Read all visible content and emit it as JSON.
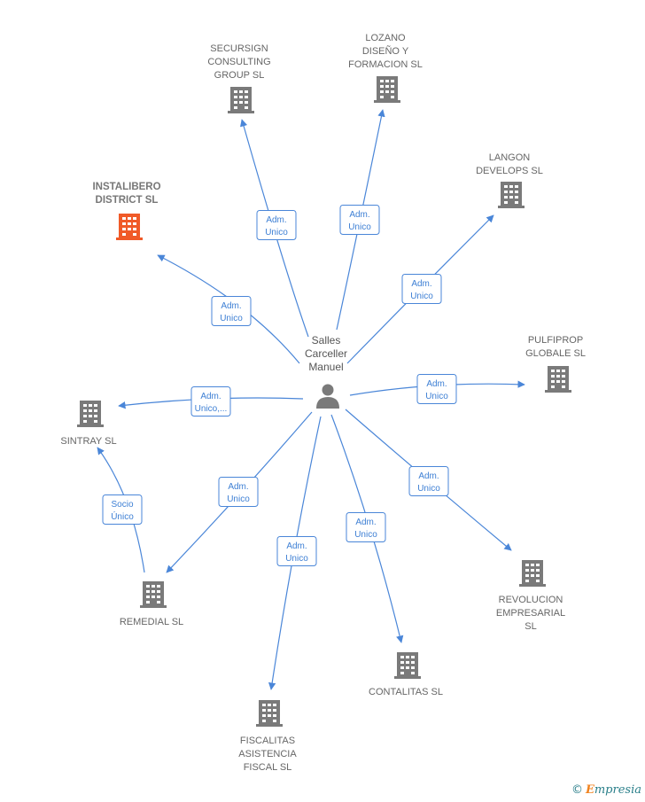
{
  "center": {
    "id": "person",
    "lines": [
      "Salles",
      "Carceller",
      "Manuel"
    ],
    "icon": "person-icon"
  },
  "nodes": [
    {
      "id": "secursign",
      "lines": [
        "SECURSIGN",
        "CONSULTING",
        "GROUP SL"
      ],
      "highlight": false
    },
    {
      "id": "lozano",
      "lines": [
        "LOZANO",
        "DISEÑO Y",
        "FORMACION SL"
      ],
      "highlight": false
    },
    {
      "id": "langon",
      "lines": [
        "LANGON",
        "DEVELOPS  SL"
      ],
      "highlight": false
    },
    {
      "id": "instalibero",
      "lines": [
        "INSTALIBERO",
        "DISTRICT  SL"
      ],
      "highlight": true
    },
    {
      "id": "pulfiprop",
      "lines": [
        "PULFIPROP",
        "GLOBALE  SL"
      ],
      "highlight": false
    },
    {
      "id": "sintray",
      "lines": [
        "SINTRAY  SL"
      ],
      "highlight": false
    },
    {
      "id": "remedial",
      "lines": [
        "REMEDIAL  SL"
      ],
      "highlight": false
    },
    {
      "id": "revolucion",
      "lines": [
        "REVOLUCION",
        "EMPRESARIAL",
        "SL"
      ],
      "highlight": false
    },
    {
      "id": "contalitas",
      "lines": [
        "CONTALITAS SL"
      ],
      "highlight": false
    },
    {
      "id": "fiscalitas",
      "lines": [
        "FISCALITAS",
        "ASISTENCIA",
        "FISCAL SL"
      ],
      "highlight": false
    }
  ],
  "edges": [
    {
      "from": "person",
      "to": "secursign",
      "label": [
        "Adm.",
        "Unico"
      ]
    },
    {
      "from": "person",
      "to": "lozano",
      "label": [
        "Adm.",
        "Unico"
      ]
    },
    {
      "from": "person",
      "to": "langon",
      "label": [
        "Adm.",
        "Unico"
      ]
    },
    {
      "from": "person",
      "to": "instalibero",
      "label": [
        "Adm.",
        "Unico"
      ]
    },
    {
      "from": "person",
      "to": "pulfiprop",
      "label": [
        "Adm.",
        "Unico"
      ]
    },
    {
      "from": "person",
      "to": "sintray",
      "label": [
        "Adm.",
        "Unico,..."
      ]
    },
    {
      "from": "person",
      "to": "remedial",
      "label": [
        "Adm.",
        "Unico"
      ]
    },
    {
      "from": "person",
      "to": "revolucion",
      "label": [
        "Adm.",
        "Unico"
      ]
    },
    {
      "from": "person",
      "to": "contalitas",
      "label": [
        "Adm.",
        "Unico"
      ]
    },
    {
      "from": "person",
      "to": "fiscalitas",
      "label": [
        "Adm.",
        "Unico"
      ]
    },
    {
      "from": "remedial",
      "to": "sintray",
      "label": [
        "Socio",
        "Único"
      ]
    }
  ],
  "colors": {
    "edge": "#4a86d8",
    "building": "#7a7a7a",
    "highlight": "#f05a28",
    "person": "#7a7a7a"
  },
  "footer": {
    "copyright": "©",
    "brand_initial": "E",
    "brand_rest": "mpresia"
  }
}
